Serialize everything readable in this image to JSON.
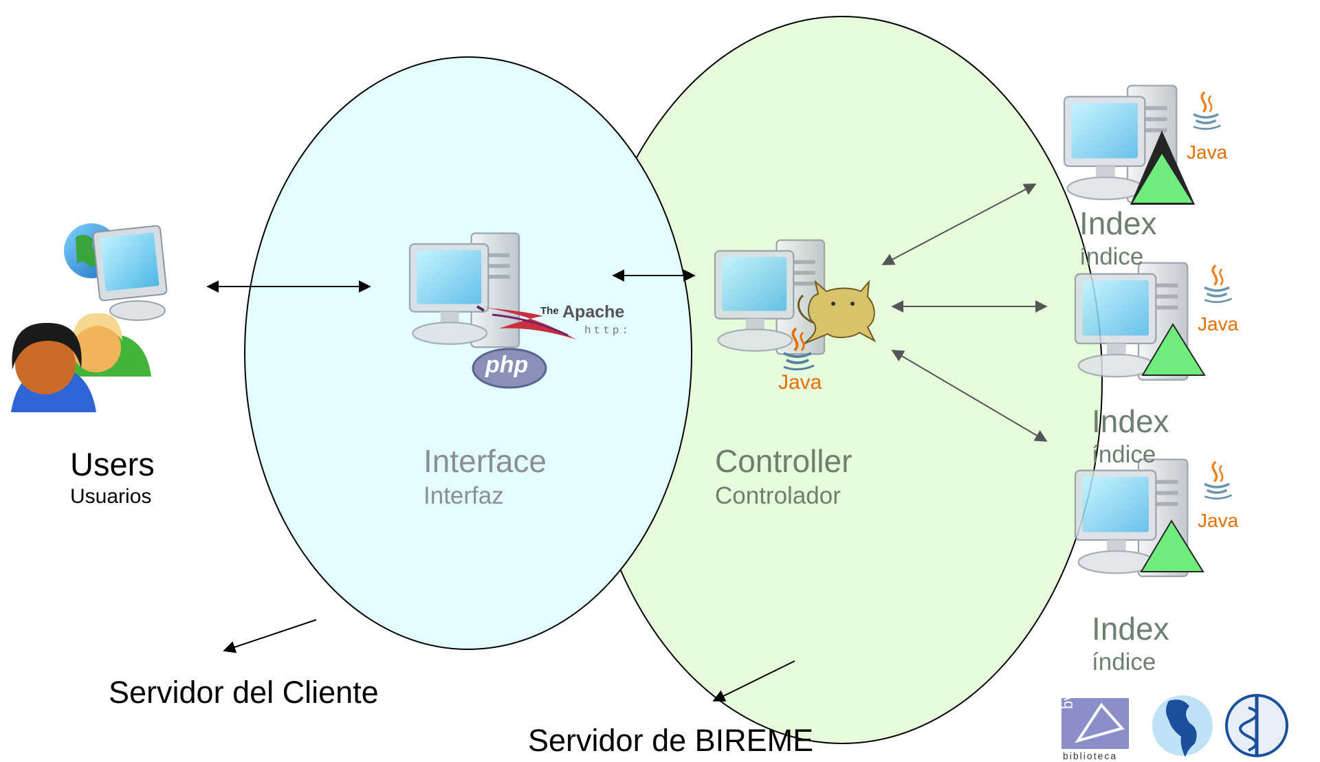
{
  "colors": {
    "client_ellipse_fill": "#e2fcff",
    "bireme_ellipse_fill": "#e6fbdc",
    "index_triangle": "#55ea66",
    "java_orange": "#e76f00",
    "tomcat_yellow": "#d8c36a",
    "php_badge": "#8a91b8",
    "apache_feather": "#c7303f"
  },
  "users": {
    "title": "Users",
    "subtitle": "Usuarios",
    "icons": [
      "globe-monitor-icon",
      "users-icon"
    ]
  },
  "interface": {
    "title": "Interface",
    "subtitle": "Interfaz",
    "apache_the": "The",
    "apache_name": "Apache",
    "apache_http": "http:",
    "php_logo": "php",
    "icons": [
      "computer-icon",
      "apache-feather-icon",
      "php-logo-icon"
    ]
  },
  "controller": {
    "title": "Controller",
    "subtitle": "Controlador",
    "java_label": "Java",
    "icons": [
      "computer-icon",
      "tomcat-cat-icon",
      "java-cup-icon"
    ]
  },
  "indexes": [
    {
      "title": "Index",
      "subtitle": "índice",
      "java_label": "Java"
    },
    {
      "title": "Index",
      "subtitle": "índice",
      "java_label": "Java"
    },
    {
      "title": "Index",
      "subtitle": "índice",
      "java_label": "Java"
    }
  ],
  "servers": {
    "client": "Servidor del Cliente",
    "bireme": "Servidor de BIREME"
  },
  "logos": {
    "bvs_text": "bvs",
    "bvs_caption": "biblioteca",
    "icons": [
      "bvs-logo-icon",
      "americas-globe-icon",
      "who-emblem-icon"
    ]
  }
}
